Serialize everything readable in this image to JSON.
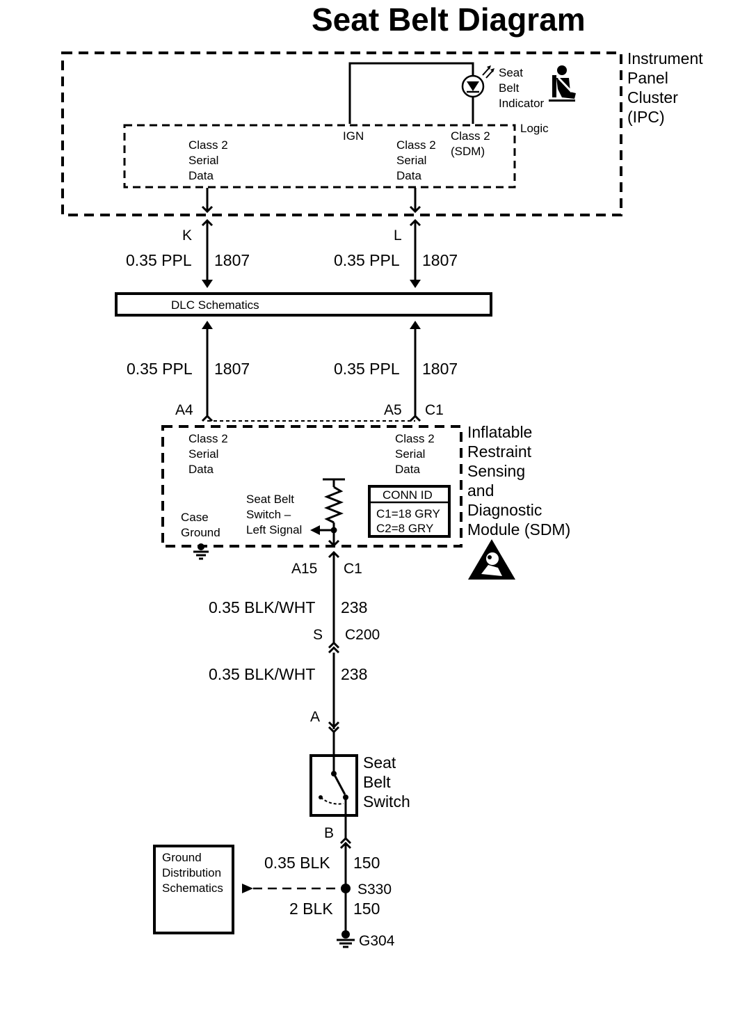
{
  "title": "Seat Belt Diagram",
  "ipc": {
    "label": [
      "Instrument",
      "Panel",
      "Cluster",
      "(IPC)"
    ],
    "logic_label": "Logic",
    "ign_label": "IGN",
    "indicator_label": [
      "Seat",
      "Belt",
      "Indicator"
    ],
    "class2_sdm_label": [
      "Class 2",
      "(SDM)"
    ],
    "serial_left": [
      "Class 2",
      "Serial",
      "Data"
    ],
    "serial_right": [
      "Class 2",
      "Serial",
      "Data"
    ]
  },
  "connectors": {
    "ipc_left_pin": "K",
    "ipc_right_pin": "L",
    "sdm_left_pin": "A4",
    "sdm_right_pin": "A5",
    "sdm_right_conn": "C1",
    "sdm_bottom_pin": "A15",
    "sdm_bottom_conn": "C1",
    "c200_pin": "S",
    "c200_name": "C200",
    "inline_pin_a": "A",
    "switch_pin_b": "B",
    "splice": "S330",
    "ground": "G304"
  },
  "wires": {
    "upper_left": {
      "gauge_color": "0.35 PPL",
      "circuit": "1807"
    },
    "upper_right": {
      "gauge_color": "0.35 PPL",
      "circuit": "1807"
    },
    "lower_left": {
      "gauge_color": "0.35 PPL",
      "circuit": "1807"
    },
    "lower_right": {
      "gauge_color": "0.35 PPL",
      "circuit": "1807"
    },
    "sdm_to_c200": {
      "gauge_color": "0.35 BLK/WHT",
      "circuit": "238"
    },
    "c200_to_switch": {
      "gauge_color": "0.35 BLK/WHT",
      "circuit": "238"
    },
    "switch_to_splice": {
      "gauge_color": "0.35 BLK",
      "circuit": "150"
    },
    "splice_to_ground": {
      "gauge_color": "2 BLK",
      "circuit": "150"
    }
  },
  "dlc": {
    "label": "DLC Schematics"
  },
  "sdm": {
    "label": [
      "Inflatable",
      "Restraint",
      "Sensing",
      "and",
      "Diagnostic",
      "Module (SDM)"
    ],
    "serial_left": [
      "Class 2",
      "Serial",
      "Data"
    ],
    "serial_right": [
      "Class 2",
      "Serial",
      "Data"
    ],
    "case_ground": [
      "Case",
      "Ground"
    ],
    "switch_signal": [
      "Seat Belt",
      "Switch –",
      "Left Signal"
    ],
    "conn_id_title": "CONN ID",
    "conn_id_lines": [
      "C1=18 GRY",
      "C2=8 GRY"
    ]
  },
  "seat_belt_switch": {
    "label": [
      "Seat",
      "Belt",
      "Switch"
    ]
  },
  "ground_dist": {
    "label": [
      "Ground",
      "Distribution",
      "Schematics"
    ]
  },
  "icons": {
    "seatbelt": "seatbelt-person-icon",
    "airbag_warning": "airbag-warning-triangle-icon",
    "led": "led-icon",
    "ground": "ground-symbol-icon"
  }
}
